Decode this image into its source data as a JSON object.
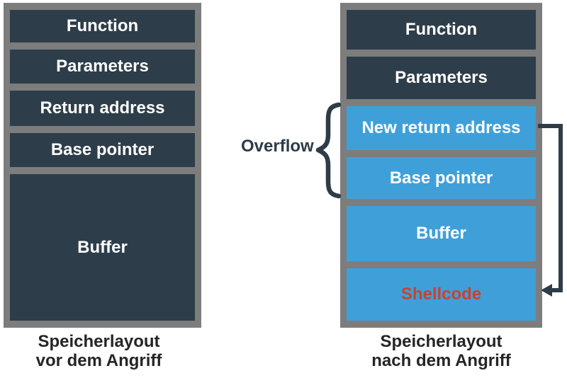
{
  "diagram": {
    "before": {
      "caption_line1": "Speicherlayout",
      "caption_line2": "vor dem Angriff",
      "boxes": [
        {
          "label": "Function",
          "style": "dark"
        },
        {
          "label": "Parameters",
          "style": "dark"
        },
        {
          "label": "Return address",
          "style": "dark"
        },
        {
          "label": "Base pointer",
          "style": "dark"
        },
        {
          "label": "Buffer",
          "style": "dark"
        }
      ]
    },
    "after": {
      "caption_line1": "Speicherlayout",
      "caption_line2": "nach dem Angriff",
      "boxes": [
        {
          "label": "Function",
          "style": "dark"
        },
        {
          "label": "Parameters",
          "style": "dark"
        },
        {
          "label": "New return address",
          "style": "blue"
        },
        {
          "label": "Base pointer",
          "style": "blue"
        },
        {
          "label": "Buffer",
          "style": "blue"
        },
        {
          "label": "Shellcode",
          "style": "blue-red-text"
        }
      ]
    },
    "overflow_label": "Overflow",
    "colors": {
      "dark_box": "#2d3e4a",
      "blue_box": "#3fa0d9",
      "frame_gray": "#7d7d7d",
      "shellcode_text": "#c8422f",
      "annotation": "#2e3c48",
      "caption_text": "#262424",
      "box_text": "#ffffff"
    }
  }
}
